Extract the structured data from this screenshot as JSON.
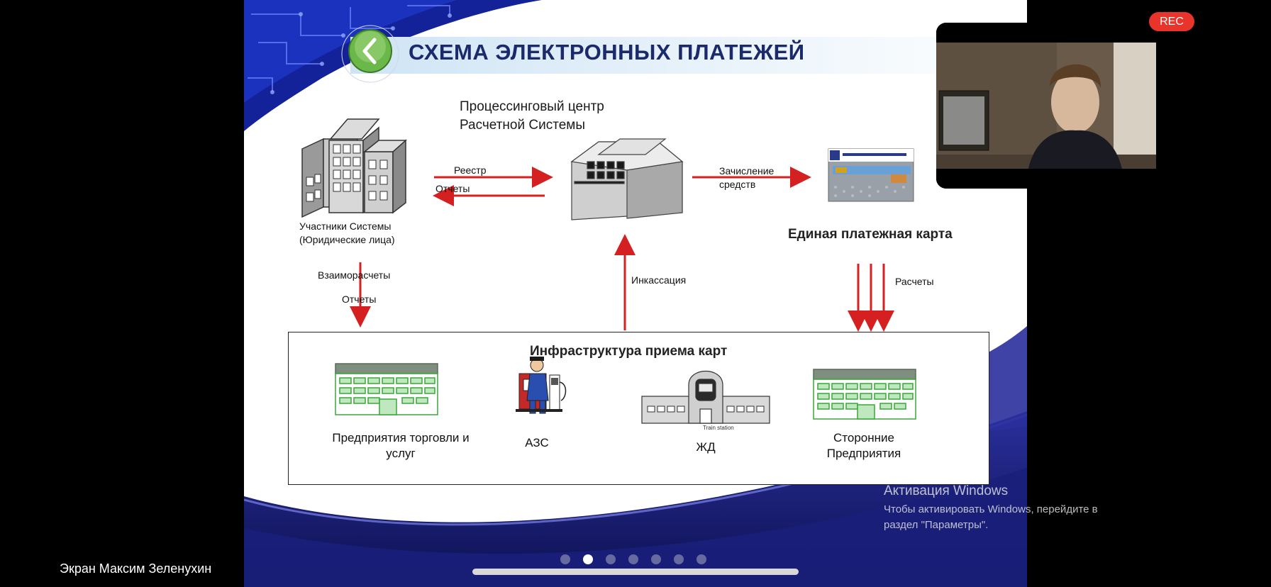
{
  "slide": {
    "title": "СХЕМА ЭЛЕКТРОННЫХ ПЛАТЕЖЕЙ",
    "processing_center": "Процессинговый центр\nРасчетной Системы",
    "participants": "Участники Системы\n(Юридические лица)",
    "registry": "Реестр",
    "reports": "Отчеты",
    "crediting": "Зачисление\nсредств",
    "card_label": "Единая платежная карта",
    "mutual_settlements": "Взаиморасчеты",
    "reports2": "Отчеты",
    "collection": "Инкассация",
    "settlements": "Расчеты",
    "infra_title": "Инфраструктура приема карт",
    "trade": "Предприятия торговли и\nуслуг",
    "gas_station": "АЗС",
    "railway": "ЖД",
    "train_station": "Train station",
    "third_party": "Сторонние\nПредприятия"
  },
  "watermark": {
    "line1": "Активация Windows",
    "line2": "Чтобы активировать Windows, перейдите в\nраздел \"Параметры\"."
  },
  "recording": {
    "badge": "REC"
  },
  "screen_share": {
    "name": "Экран Максим Зеленухин"
  },
  "pager": {
    "total": 7,
    "active": 2
  },
  "colors": {
    "arrow": "#d42020",
    "title": "#1b2a6b",
    "green_building": "#3aa63a",
    "rec": "#e8342b"
  }
}
